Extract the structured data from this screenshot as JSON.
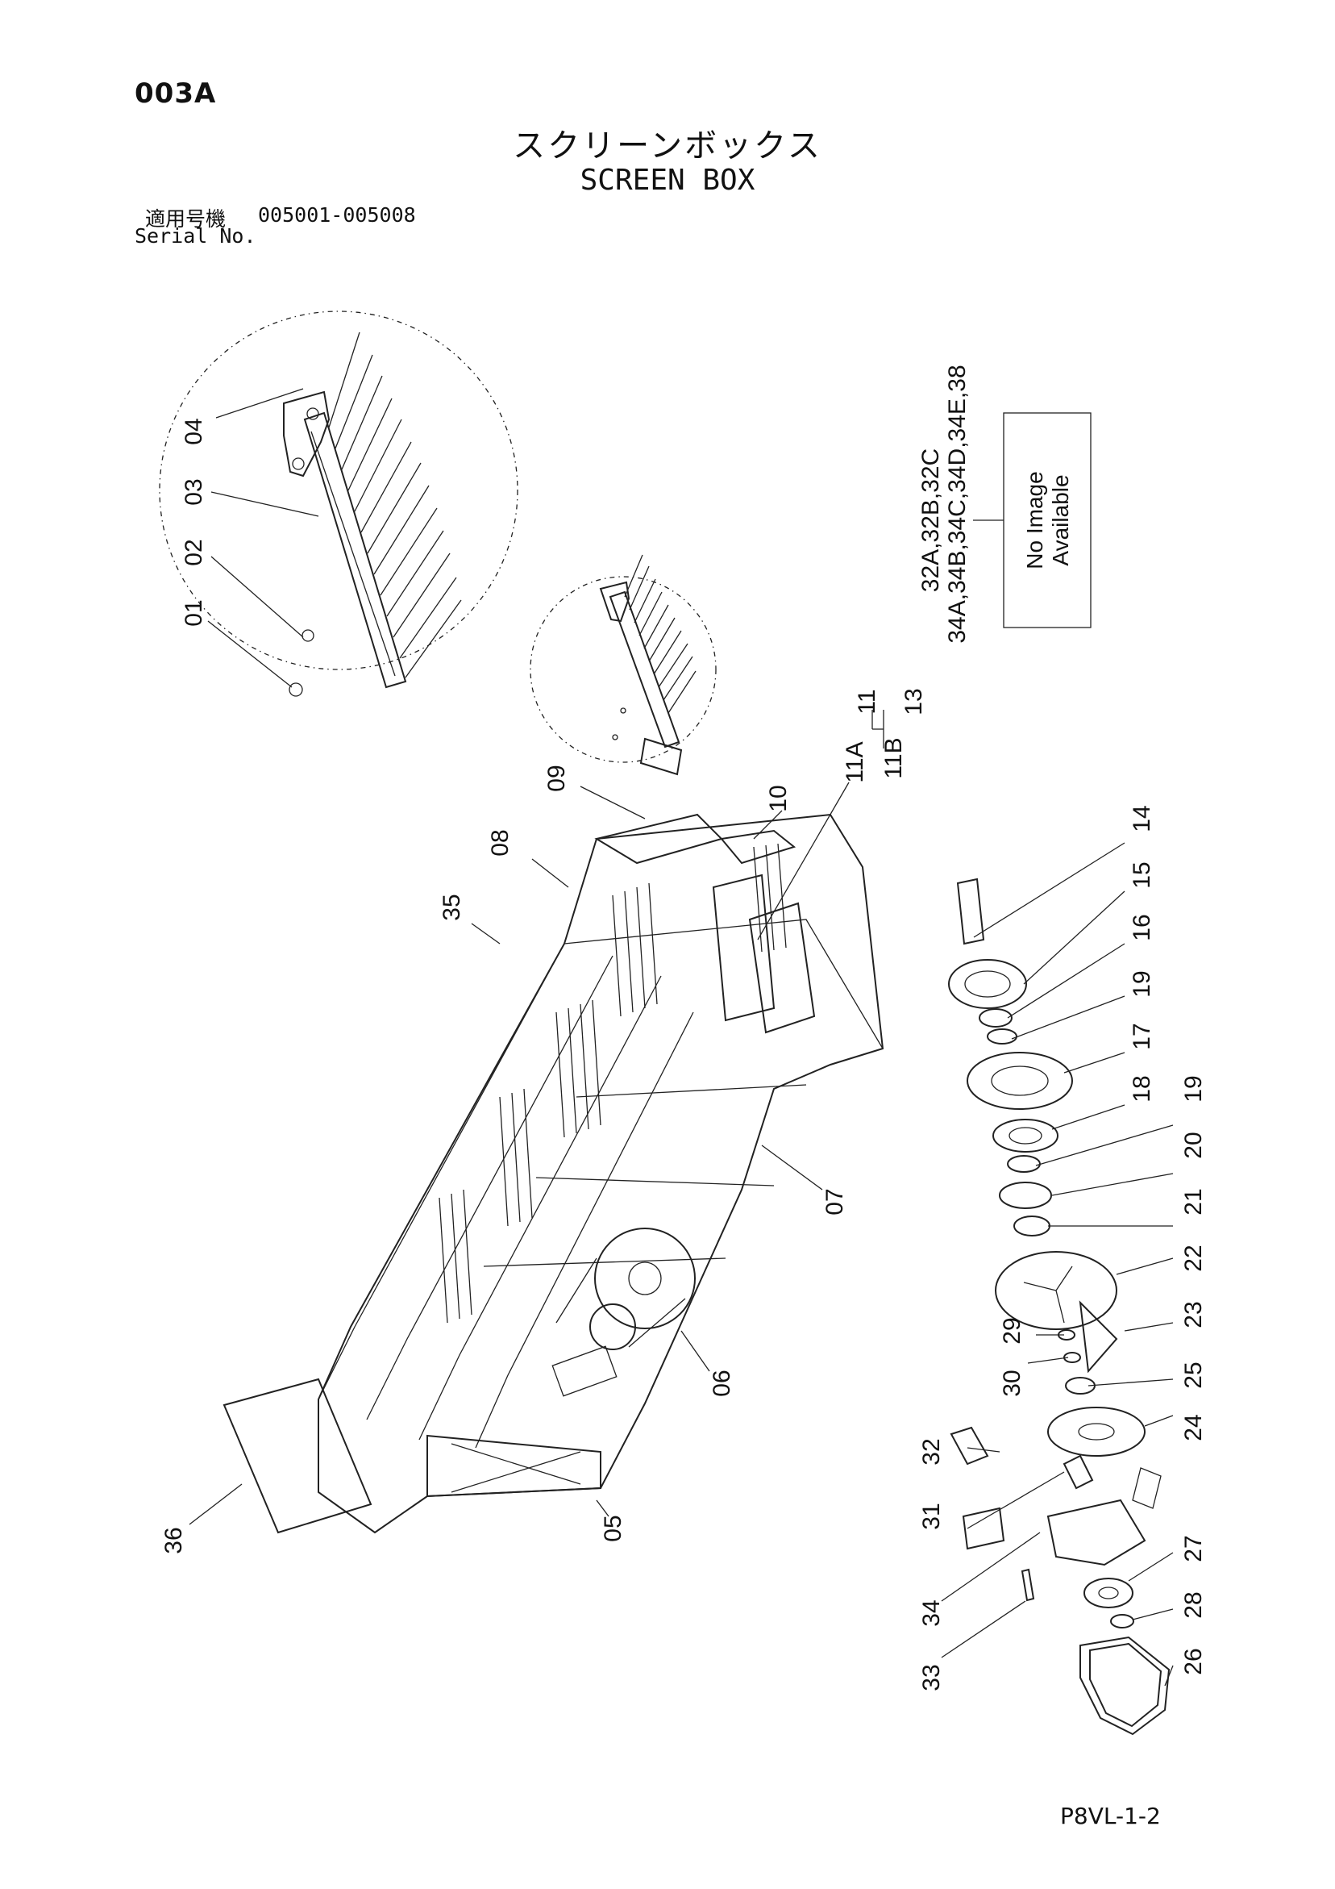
{
  "header": {
    "page_code": "003A",
    "title_jp": "スクリーンボックス",
    "title_en": "SCREEN BOX",
    "serial_label_jp": "適用号機",
    "serial_value": "005001-005008",
    "serial_label_en": "Serial No."
  },
  "no_image": {
    "line1": "No Image",
    "line2": "Available",
    "parts_line1": "32A,32B,32C",
    "parts_line2": "34A,34B,34C,34D,34E,38"
  },
  "callouts": {
    "p01": "01",
    "p02": "02",
    "p03": "03",
    "p04": "04",
    "p05": "05",
    "p06": "06",
    "p07": "07",
    "p08": "08",
    "p09": "09",
    "p10": "10",
    "p11": "11",
    "p11a": "11A",
    "p11b": "11B",
    "p13": "13",
    "p14": "14",
    "p15": "15",
    "p16": "16",
    "p17": "17",
    "p18": "18",
    "p19a": "19",
    "p19b": "19",
    "p20": "20",
    "p21": "21",
    "p22": "22",
    "p23": "23",
    "p24": "24",
    "p25": "25",
    "p26": "26",
    "p27": "27",
    "p28": "28",
    "p29": "29",
    "p30": "30",
    "p31": "31",
    "p32": "32",
    "p33": "33",
    "p34": "34",
    "p35": "35",
    "p36": "36"
  },
  "footer": {
    "page_ref": "P8VL-1-2"
  }
}
